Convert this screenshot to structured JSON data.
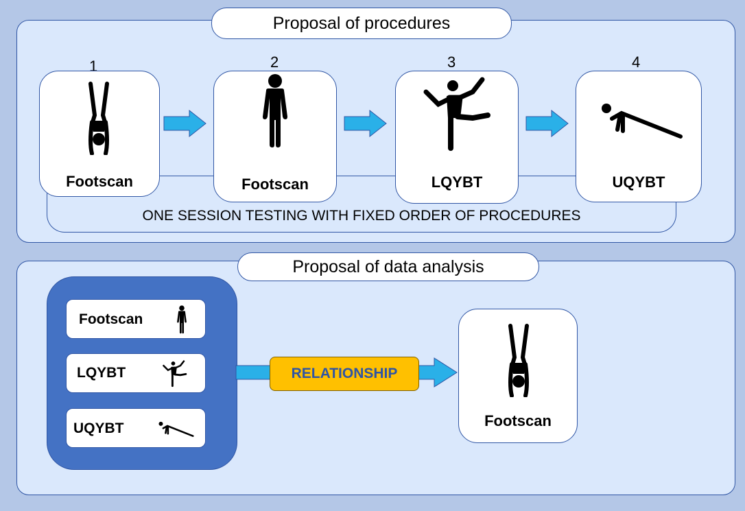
{
  "procedures": {
    "title": "Proposal of procedures",
    "steps": [
      {
        "number": "1",
        "label": "Footscan",
        "icon": "handstand-icon"
      },
      {
        "number": "2",
        "label": "Footscan",
        "icon": "standing-person-icon"
      },
      {
        "number": "3",
        "label": "LQYBT",
        "icon": "lower-quarter-y-balance-icon"
      },
      {
        "number": "4",
        "label": "UQYBT",
        "icon": "upper-quarter-y-balance-icon"
      }
    ],
    "session_label": "ONE SESSION TESTING WITH FIXED ORDER OF PROCEDURES"
  },
  "analysis": {
    "title": "Proposal of data analysis",
    "inputs": [
      {
        "label": "Footscan",
        "icon": "standing-person-icon"
      },
      {
        "label": "LQYBT",
        "icon": "lower-quarter-y-balance-icon"
      },
      {
        "label": "UQYBT",
        "icon": "upper-quarter-y-balance-icon"
      }
    ],
    "relationship_label": "RELATIONSHIP",
    "output": {
      "label": "Footscan",
      "icon": "handstand-icon"
    }
  },
  "colors": {
    "background": "#b4c7e7",
    "panel": "#dae8fc",
    "border": "#2f55a4",
    "arrow": "#2ab0e8",
    "group_box": "#4472c4",
    "relationship": "#ffc000",
    "relationship_text": "#2f55a4"
  }
}
